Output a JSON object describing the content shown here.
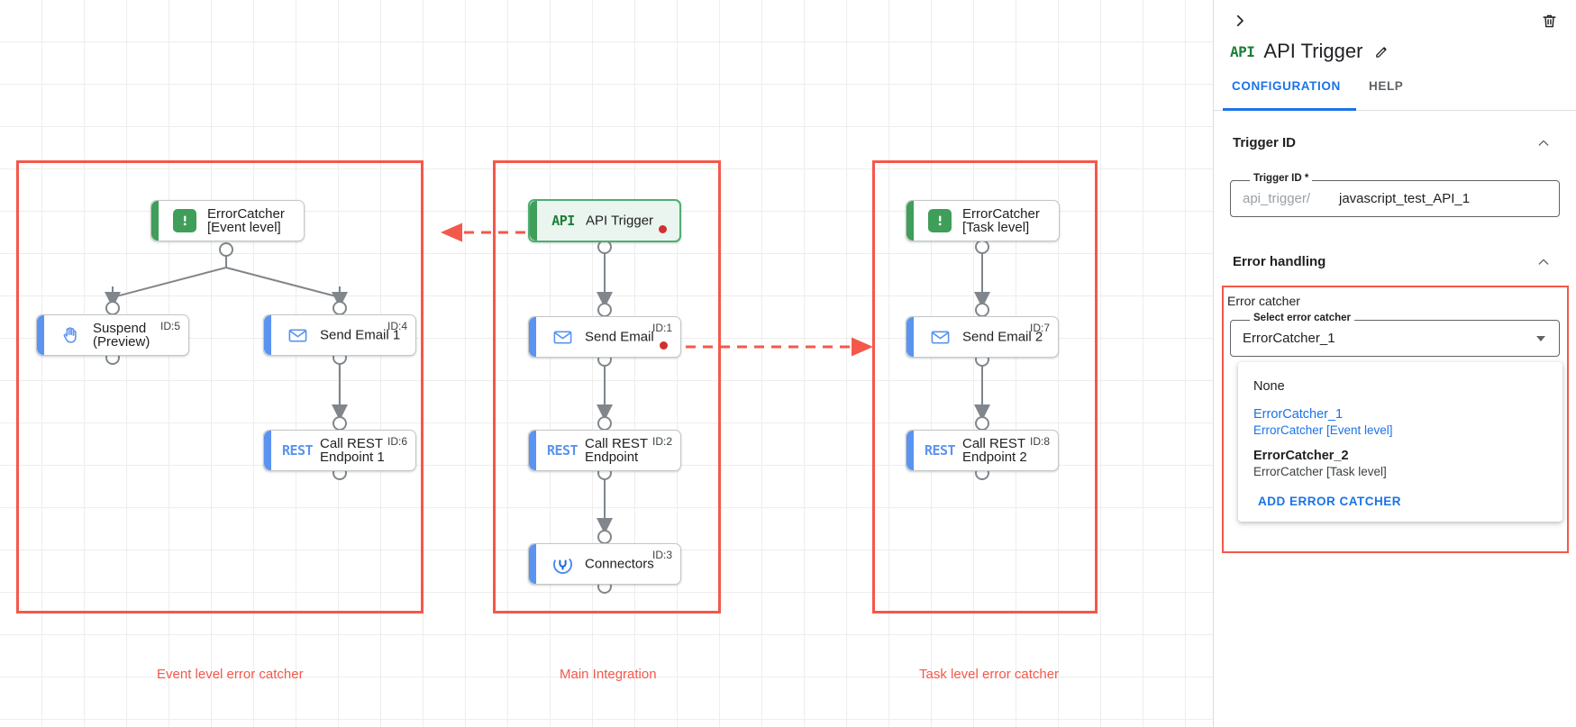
{
  "canvas": {
    "groups": [
      {
        "id": "event-level",
        "label": "Event level error catcher"
      },
      {
        "id": "main-integration",
        "label": "Main Integration"
      },
      {
        "id": "task-level",
        "label": "Task level error catcher"
      }
    ],
    "nodes": [
      {
        "key": "errorcatcher_event",
        "title": "ErrorCatcher\n[Event level]",
        "icon": "error-catcher-icon",
        "id_tag": "",
        "kind": "green"
      },
      {
        "key": "suspend",
        "title": "Suspend\n(Preview)",
        "icon": "hand-icon",
        "id_tag": "ID:5",
        "kind": "blue"
      },
      {
        "key": "send_email_1",
        "title": "Send Email 1",
        "icon": "envelope-icon",
        "id_tag": "ID:4",
        "kind": "blue"
      },
      {
        "key": "call_rest_1",
        "title": "Call REST\nEndpoint 1",
        "icon": "rest-icon",
        "id_tag": "ID:6",
        "kind": "blue"
      },
      {
        "key": "api_trigger",
        "title": "API Trigger",
        "icon": "api-icon",
        "id_tag": "",
        "kind": "trigger"
      },
      {
        "key": "send_email",
        "title": "Send Email",
        "icon": "envelope-icon",
        "id_tag": "ID:1",
        "kind": "blue"
      },
      {
        "key": "call_rest",
        "title": "Call REST\nEndpoint",
        "icon": "rest-icon",
        "id_tag": "ID:2",
        "kind": "blue"
      },
      {
        "key": "connectors",
        "title": "Connectors",
        "icon": "connectors-icon",
        "id_tag": "ID:3",
        "kind": "blue"
      },
      {
        "key": "errorcatcher_task",
        "title": "ErrorCatcher\n[Task level]",
        "icon": "error-catcher-icon",
        "id_tag": "",
        "kind": "green"
      },
      {
        "key": "send_email_2",
        "title": "Send Email 2",
        "icon": "envelope-icon",
        "id_tag": "ID:7",
        "kind": "blue"
      },
      {
        "key": "call_rest_2",
        "title": "Call REST\nEndpoint 2",
        "icon": "rest-icon",
        "id_tag": "ID:8",
        "kind": "blue"
      }
    ],
    "icon_text": {
      "rest": "REST",
      "api": "API"
    }
  },
  "panel": {
    "title": "API Trigger",
    "icon_label": "API",
    "tabs": [
      {
        "key": "configuration",
        "label": "CONFIGURATION",
        "active": true
      },
      {
        "key": "help",
        "label": "HELP",
        "active": false
      }
    ],
    "sections": {
      "trigger_id": {
        "heading": "Trigger ID",
        "field_label": "Trigger ID *",
        "prefix": "api_trigger/",
        "value": "javascript_test_API_1"
      },
      "error_handling": {
        "heading": "Error handling",
        "box_title": "Error catcher",
        "select_label": "Select error catcher",
        "selected_value": "ErrorCatcher_1",
        "menu": {
          "none_label": "None",
          "options": [
            {
              "name": "ErrorCatcher_1",
              "desc": "ErrorCatcher [Event level]",
              "selected": true
            },
            {
              "name": "ErrorCatcher_2",
              "desc": "ErrorCatcher [Task level]",
              "selected": false
            }
          ],
          "add_label": "ADD ERROR CATCHER"
        }
      }
    }
  },
  "colors": {
    "accent_blue": "#1a73e8",
    "error_red": "#f4584a",
    "node_blue": "#5b93f0",
    "node_green": "#3f9e59"
  }
}
